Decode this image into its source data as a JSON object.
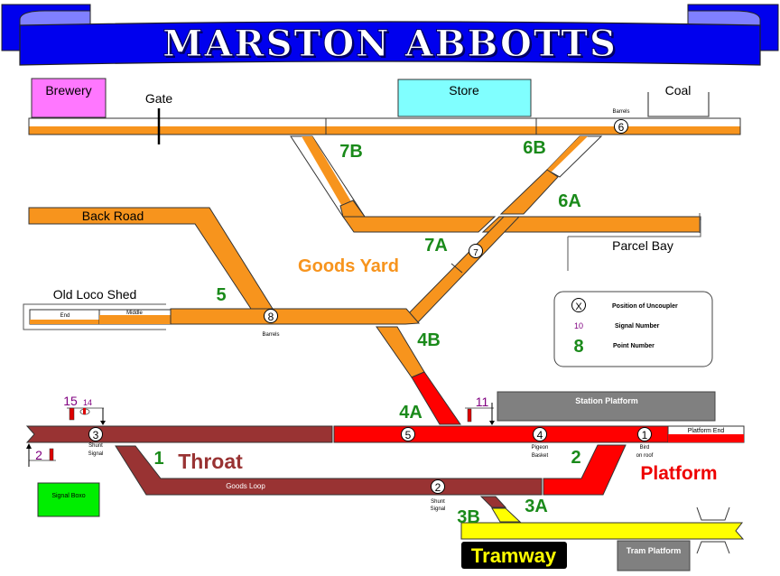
{
  "title": "MARSTON ABBOTTS",
  "colors": {
    "banner_blue": "#0000ee",
    "banner_light": "#8080ff",
    "goods_orange": "#f7941d",
    "throat_maroon": "#993333",
    "platform_red": "#ff0000",
    "tram_yellow": "#ffff00",
    "point_green": "#1a8a1a",
    "signal_purple": "#800080",
    "brewery_pink": "#ff77ff",
    "store_cyan": "#80ffff",
    "signalbox_green": "#00ee00",
    "platform_grey": "#808080"
  },
  "buildings": {
    "brewery": "Brewery",
    "store": "Store",
    "coal": "Coal",
    "parcel_bay": "Parcel Bay",
    "old_loco_shed": "Old Loco Shed",
    "station_platform": "Station Platform",
    "tram_platform": "Tram Platform",
    "signal_box": "Signal Boxo"
  },
  "track_labels": {
    "gate": "Gate",
    "back_road": "Back Road",
    "goods_yard": "Goods Yard",
    "throat": "Throat",
    "platform": "Platform",
    "tramway": "Tramway",
    "goods_loop": "Goods Loop",
    "shed_end": "End",
    "shed_middle": "Middle",
    "platform_end": "Platform End"
  },
  "uncouplers": [
    {
      "id": "1",
      "note": "Bird on roof",
      "note_line1": "Bird",
      "note_line2": "on roof"
    },
    {
      "id": "2",
      "note_line1": "Shunt",
      "note_line2": "Signal"
    },
    {
      "id": "3",
      "note_line1": "Shunt",
      "note_line2": "Signal"
    },
    {
      "id": "4",
      "note_line1": "Pigeon",
      "note_line2": "Basket"
    },
    {
      "id": "5"
    },
    {
      "id": "6",
      "note_line1": "Barrels"
    },
    {
      "id": "7"
    },
    {
      "id": "8",
      "note_line1": "Barrels"
    }
  ],
  "points": [
    "1",
    "2",
    "3A",
    "3B",
    "4A",
    "4B",
    "5",
    "6A",
    "6B",
    "7A",
    "7B"
  ],
  "signals": [
    "2",
    "11",
    "14",
    "15"
  ],
  "legend": {
    "uncoupler_symbol": "X",
    "uncoupler_label": "Position of Uncoupler",
    "signal_example": "10",
    "signal_label": "Signal Number",
    "point_example": "8",
    "point_label": "Point Number"
  }
}
